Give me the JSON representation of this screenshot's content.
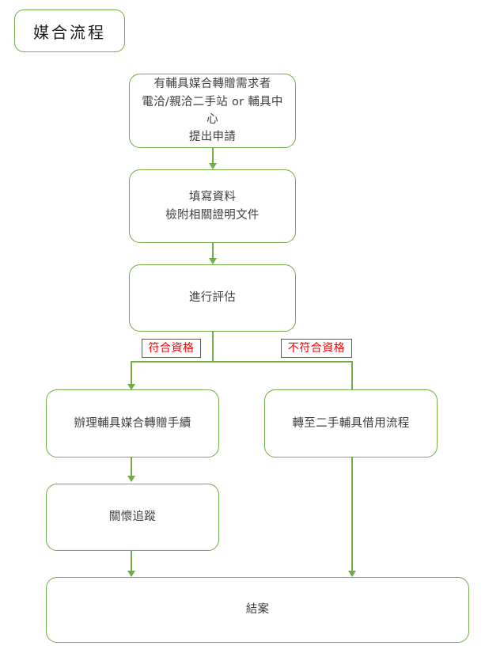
{
  "diagram": {
    "title": "媒合流程",
    "accent_color": "#70AD47",
    "condition_color": "#FF0000",
    "nodes": {
      "request": "有輔具媒合轉贈需求者\n電洽/親洽二手站 or 輔具中心\n提出申請",
      "fill_form": "填寫資料\n檢附相關證明文件",
      "assessment": "進行評估",
      "process_transfer": "辦理輔具媒合轉贈手續",
      "redirect_loan": "轉至二手輔具借用流程",
      "follow_up": "關懷追蹤",
      "close_case": "結案"
    },
    "conditions": {
      "qualified": "符合資格",
      "not_qualified": "不符合資格"
    }
  }
}
